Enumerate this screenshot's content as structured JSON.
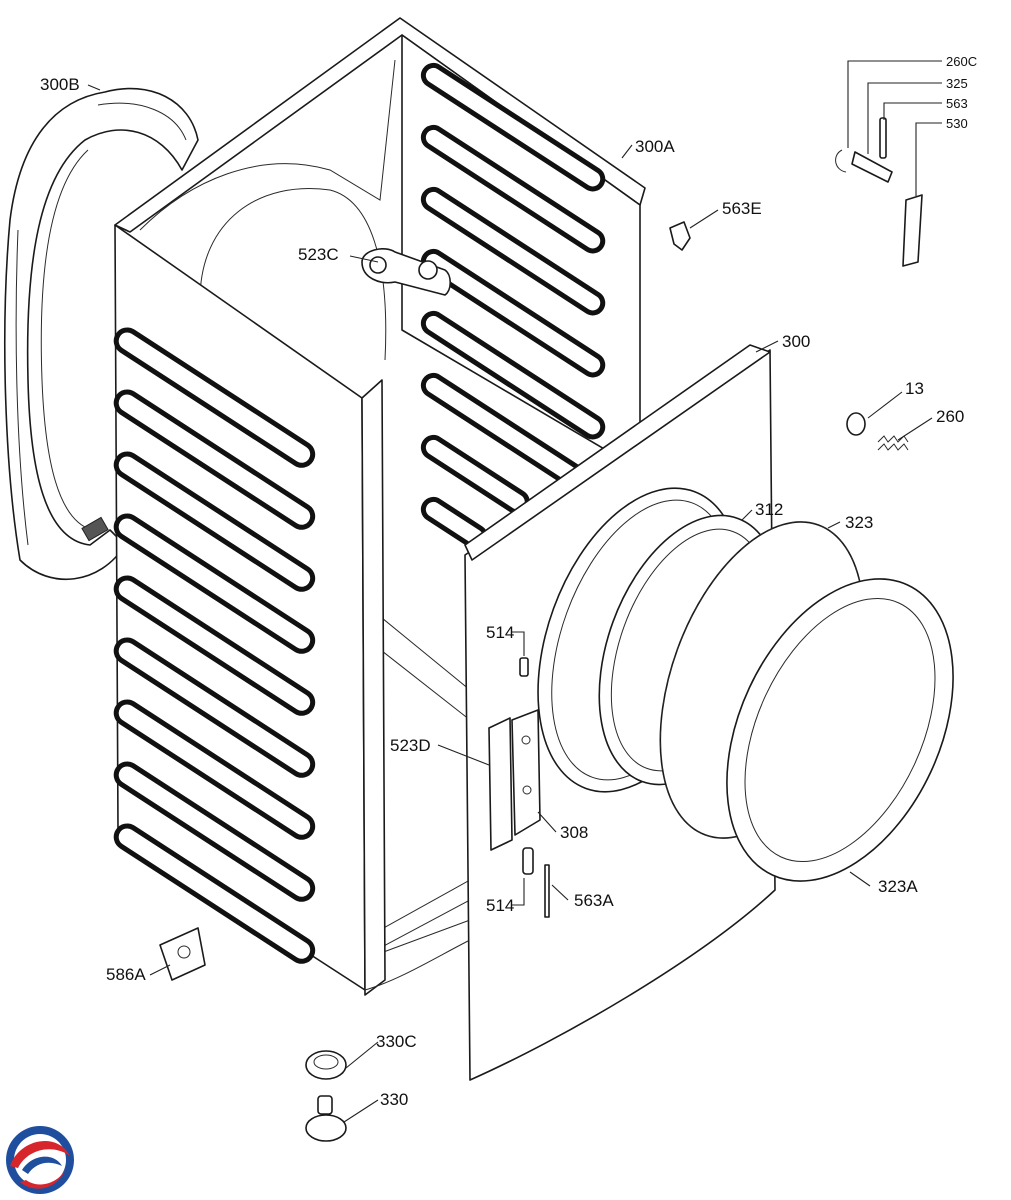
{
  "labels": {
    "l300B": "300B",
    "l300A": "300A",
    "l563E": "563E",
    "l523C": "523C",
    "l300": "300",
    "l260C": "260C",
    "l325": "325",
    "l563": "563",
    "l530": "530",
    "l13": "13",
    "l260": "260",
    "l312": "312",
    "l323": "323",
    "l514top": "514",
    "l523D": "523D",
    "l308": "308",
    "l514bot": "514",
    "l563A": "563A",
    "l323A": "323A",
    "l586A": "586A",
    "l330C": "330C",
    "l330": "330"
  },
  "colors": {
    "line": "#1a1a1a",
    "logo_blue": "#1f4e9e",
    "logo_red": "#d6262c"
  },
  "icons": {
    "logo": "brand-logo-icon"
  }
}
